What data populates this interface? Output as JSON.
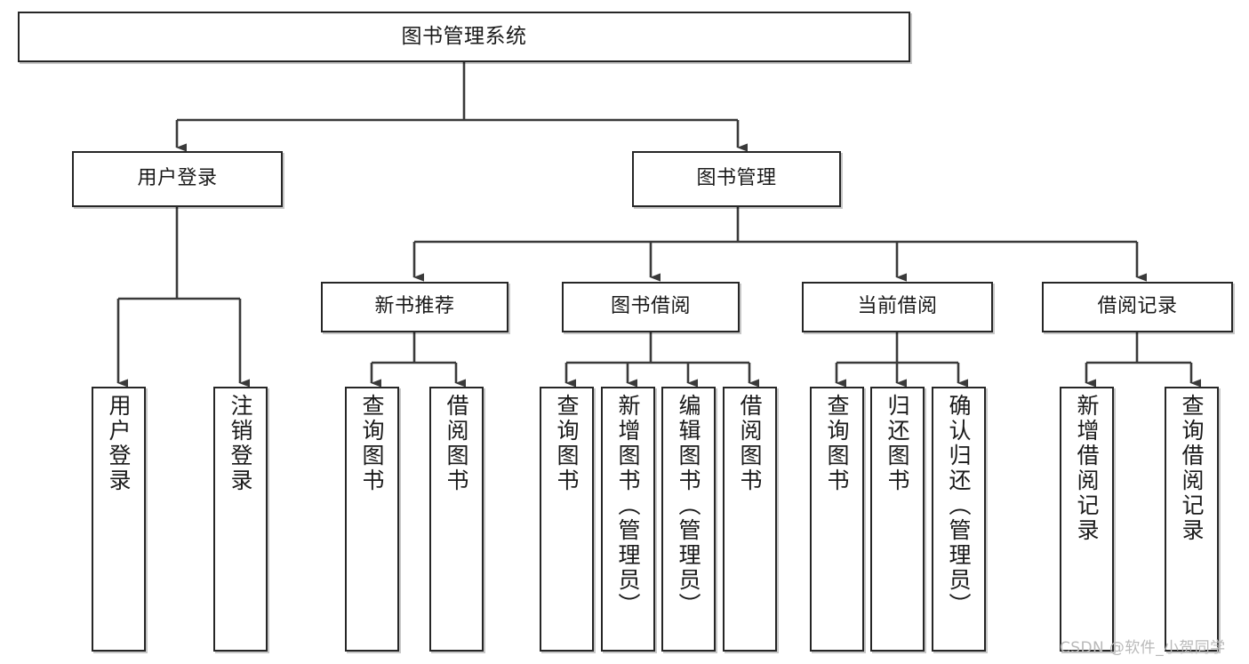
{
  "diagram": {
    "title": "图书管理系统",
    "type": "tree-hierarchy-chart",
    "watermark": "CSDN @软件_小贺同学",
    "colors": {
      "box_border": "#262626",
      "box_fill": "#ffffff",
      "connector": "#3a3a3a",
      "text": "#1a1a1a",
      "watermark": "#b9b9b9",
      "background": "#ffffff"
    }
  },
  "nodes": {
    "root": {
      "label": "图书管理系统"
    },
    "level2": [
      {
        "id": "user-login",
        "label": "用户登录"
      },
      {
        "id": "book-manage",
        "label": "图书管理"
      }
    ],
    "level3": [
      {
        "id": "new-book-recommend",
        "label": "新书推荐"
      },
      {
        "id": "book-borrow",
        "label": "图书借阅"
      },
      {
        "id": "current-borrow",
        "label": "当前借阅"
      },
      {
        "id": "borrow-record",
        "label": "借阅记录"
      }
    ],
    "leaves": [
      {
        "id": "leaf-user-login",
        "label": "用户登录",
        "parent": "user-login"
      },
      {
        "id": "leaf-logout-login",
        "label": "注销登录",
        "parent": "user-login"
      },
      {
        "id": "leaf-query-book-1",
        "label": "查询图书",
        "parent": "new-book-recommend"
      },
      {
        "id": "leaf-borrow-book-1",
        "label": "借阅图书",
        "parent": "new-book-recommend"
      },
      {
        "id": "leaf-query-book-2",
        "label": "查询图书",
        "parent": "book-borrow"
      },
      {
        "id": "leaf-add-book",
        "label": "新增图书（管理员）",
        "parent": "book-borrow"
      },
      {
        "id": "leaf-edit-book",
        "label": "编辑图书（管理员）",
        "parent": "book-borrow"
      },
      {
        "id": "leaf-borrow-book-2",
        "label": "借阅图书",
        "parent": "book-borrow"
      },
      {
        "id": "leaf-query-book-3",
        "label": "查询图书",
        "parent": "current-borrow"
      },
      {
        "id": "leaf-return-book",
        "label": "归还图书",
        "parent": "current-borrow"
      },
      {
        "id": "leaf-confirm-return",
        "label": "确认归还（管理员）",
        "parent": "current-borrow"
      },
      {
        "id": "leaf-add-record",
        "label": "新增借阅记录",
        "parent": "borrow-record"
      },
      {
        "id": "leaf-query-record",
        "label": "查询借阅记录",
        "parent": "borrow-record"
      }
    ]
  }
}
